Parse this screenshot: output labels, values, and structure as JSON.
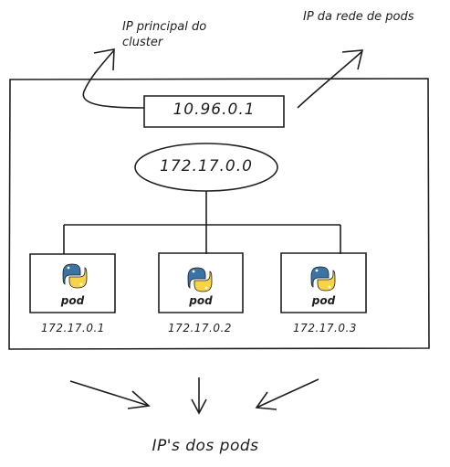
{
  "labels": {
    "cluster_ip_note": "IP principal do cluster",
    "pod_network_note": "IP da rede de pods",
    "pods_ip_note": "IP's dos pods"
  },
  "service": {
    "ip": "10.96.0.1"
  },
  "network": {
    "ip": "172.17.0.0"
  },
  "pods": [
    {
      "label": "pod",
      "ip": "172.17.0.1",
      "icon": "python-logo-icon"
    },
    {
      "label": "pod",
      "ip": "172.17.0.2",
      "icon": "python-logo-icon"
    },
    {
      "label": "pod",
      "ip": "172.17.0.3",
      "icon": "python-logo-icon"
    }
  ],
  "colors": {
    "stroke": "#1e1e1e",
    "python_blue": "#3a74a5",
    "python_yellow": "#f7d447"
  }
}
